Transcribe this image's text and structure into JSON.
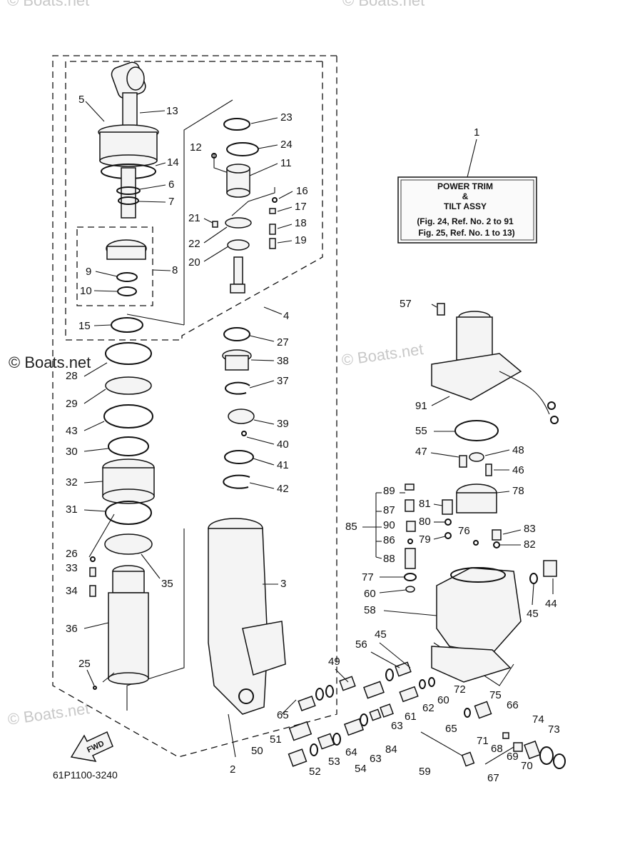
{
  "watermark": "© Boats.net",
  "title_box": {
    "lines": [
      "POWER TRIM",
      "&",
      "TILT ASSY",
      "(Fig. 24, Ref. No. 2 to 91",
      "Fig. 25, Ref. No. 1 to 13)"
    ]
  },
  "diagram_code": "61P1100-3240",
  "fwd_label": "FWD",
  "callouts": [
    "1",
    "2",
    "3",
    "4",
    "5",
    "6",
    "7",
    "8",
    "9",
    "10",
    "11",
    "12",
    "13",
    "14",
    "15",
    "16",
    "17",
    "18",
    "19",
    "20",
    "21",
    "22",
    "23",
    "24",
    "25",
    "26",
    "27",
    "28",
    "29",
    "30",
    "31",
    "32",
    "33",
    "34",
    "35",
    "36",
    "37",
    "38",
    "39",
    "40",
    "41",
    "42",
    "43",
    "44",
    "45",
    "45",
    "46",
    "47",
    "48",
    "49",
    "50",
    "51",
    "52",
    "53",
    "54",
    "55",
    "56",
    "57",
    "58",
    "59",
    "60",
    "60",
    "61",
    "62",
    "63",
    "63",
    "64",
    "65",
    "65",
    "66",
    "67",
    "68",
    "69",
    "70",
    "71",
    "72",
    "73",
    "74",
    "75",
    "76",
    "77",
    "78",
    "79",
    "80",
    "81",
    "82",
    "83",
    "84",
    "85",
    "86",
    "87",
    "88",
    "89",
    "90",
    "91"
  ]
}
